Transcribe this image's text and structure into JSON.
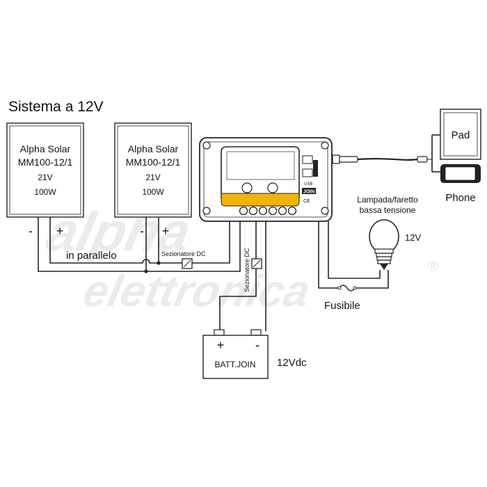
{
  "title": "Sistema a 12V",
  "panels": [
    {
      "line1": "Alpha Solar",
      "line2": "MM100-12/1",
      "voltage": "21V",
      "power": "100W",
      "minus": "-",
      "plus": "+"
    },
    {
      "line1": "Alpha Solar",
      "line2": "MM100-12/1",
      "voltage": "21V",
      "power": "100W",
      "minus": "-",
      "plus": "+"
    }
  ],
  "labels": {
    "parallel": "in parallelo",
    "disconnector_top": "Sezionatore DC",
    "disconnector_vertical": "Sezionatore DC",
    "lamp": "Lampada/faretto",
    "lamp_sub": "bassa tensione",
    "lamp_voltage": "12V",
    "fuse": "Fusibile",
    "pad": "Pad",
    "phone": "Phone",
    "battery": "BATT.JOIN",
    "battery_plus": "+",
    "battery_minus": "-",
    "battery_voltage": "12Vdc",
    "controller_usb": "USB",
    "controller_brand": "JOIN",
    "controller_ce": "CE"
  },
  "watermark": {
    "line1": "alpha",
    "line2": "elettronica",
    "reg": "®"
  },
  "colors": {
    "controller_accent": "#f2b400",
    "watermark": "#e6e6e6",
    "line": "#222222"
  }
}
